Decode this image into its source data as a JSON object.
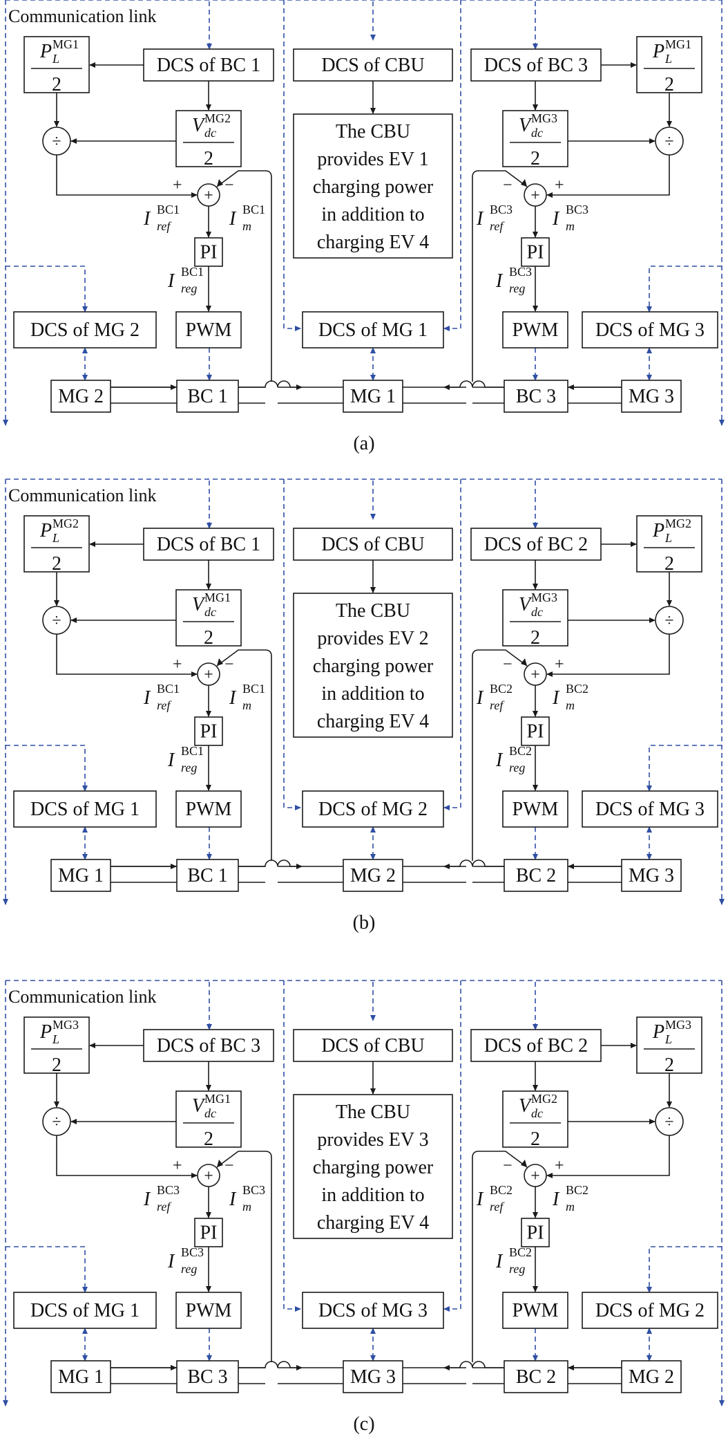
{
  "panels": [
    {
      "comm_label": "Communication link",
      "frac_left": {
        "top_var": "P",
        "top_sub": "L",
        "top_sup": "MG1",
        "bottom": "2"
      },
      "dcs_bc_left": "DCS of BC 1",
      "vdc_left": {
        "var": "V",
        "sub": "dc",
        "sup": "MG2",
        "bottom": "2"
      },
      "div_left": "÷",
      "sum_left": "+",
      "sum_left_plus": "+",
      "sum_left_minus": "−",
      "iref_left": {
        "var": "I",
        "sub": "ref",
        "sup": "BC1"
      },
      "im_left": {
        "var": "I",
        "sub": "m",
        "sup": "BC1"
      },
      "pi_left": "PI",
      "ireg_left": {
        "var": "I",
        "sub": "reg",
        "sup": "BC1"
      },
      "pwm_left": "PWM",
      "dcs_mg_left": "DCS of MG 2",
      "mg_left": "MG 2",
      "bc_left": "BC 1",
      "dcs_cbu": "DCS of CBU",
      "cbu_text": [
        "The CBU",
        "provides EV 1",
        "charging power",
        "in addition to",
        "charging EV 4"
      ],
      "dcs_mg_center": "DCS of MG 1",
      "mg_center": "MG 1",
      "dcs_bc_right": "DCS of BC 3",
      "frac_right": {
        "top_var": "P",
        "top_sub": "L",
        "top_sup": "MG1",
        "bottom": "2"
      },
      "vdc_right": {
        "var": "V",
        "sub": "dc",
        "sup": "MG3",
        "bottom": "2"
      },
      "div_right": "÷",
      "sum_right": "+",
      "sum_right_minus": "−",
      "sum_right_plus": "+",
      "iref_right": {
        "var": "I",
        "sub": "ref",
        "sup": "BC3"
      },
      "im_right": {
        "var": "I",
        "sub": "m",
        "sup": "BC3"
      },
      "pi_right": "PI",
      "ireg_right": {
        "var": "I",
        "sub": "reg",
        "sup": "BC3"
      },
      "pwm_right": "PWM",
      "dcs_mg_right": "DCS of MG 3",
      "mg_right": "MG 3",
      "bc_right": "BC 3",
      "caption": "(a)"
    },
    {
      "comm_label": "Communication link",
      "frac_left": {
        "top_var": "P",
        "top_sub": "L",
        "top_sup": "MG2",
        "bottom": "2"
      },
      "dcs_bc_left": "DCS of BC 1",
      "vdc_left": {
        "var": "V",
        "sub": "dc",
        "sup": "MG1",
        "bottom": "2"
      },
      "div_left": "÷",
      "sum_left": "+",
      "sum_left_plus": "+",
      "sum_left_minus": "−",
      "iref_left": {
        "var": "I",
        "sub": "ref",
        "sup": "BC1"
      },
      "im_left": {
        "var": "I",
        "sub": "m",
        "sup": "BC1"
      },
      "pi_left": "PI",
      "ireg_left": {
        "var": "I",
        "sub": "reg",
        "sup": "BC1"
      },
      "pwm_left": "PWM",
      "dcs_mg_left": "DCS of MG 1",
      "mg_left": "MG 1",
      "bc_left": "BC 1",
      "dcs_cbu": "DCS of CBU",
      "cbu_text": [
        "The CBU",
        "provides EV 2",
        "charging power",
        "in addition to",
        "charging EV 4"
      ],
      "dcs_mg_center": "DCS of MG 2",
      "mg_center": "MG 2",
      "dcs_bc_right": "DCS of BC 2",
      "frac_right": {
        "top_var": "P",
        "top_sub": "L",
        "top_sup": "MG2",
        "bottom": "2"
      },
      "vdc_right": {
        "var": "V",
        "sub": "dc",
        "sup": "MG3",
        "bottom": "2"
      },
      "div_right": "÷",
      "sum_right": "+",
      "sum_right_minus": "−",
      "sum_right_plus": "+",
      "iref_right": {
        "var": "I",
        "sub": "ref",
        "sup": "BC2"
      },
      "im_right": {
        "var": "I",
        "sub": "m",
        "sup": "BC2"
      },
      "pi_right": "PI",
      "ireg_right": {
        "var": "I",
        "sub": "reg",
        "sup": "BC2"
      },
      "pwm_right": "PWM",
      "dcs_mg_right": "DCS of MG 3",
      "mg_right": "MG 3",
      "bc_right": "BC 2",
      "caption": "(b)"
    },
    {
      "comm_label": "Communication link",
      "frac_left": {
        "top_var": "P",
        "top_sub": "L",
        "top_sup": "MG3",
        "bottom": "2"
      },
      "dcs_bc_left": "DCS of BC 3",
      "vdc_left": {
        "var": "V",
        "sub": "dc",
        "sup": "MG1",
        "bottom": "2"
      },
      "div_left": "÷",
      "sum_left": "+",
      "sum_left_plus": "+",
      "sum_left_minus": "−",
      "iref_left": {
        "var": "I",
        "sub": "ref",
        "sup": "BC3"
      },
      "im_left": {
        "var": "I",
        "sub": "m",
        "sup": "BC3"
      },
      "pi_left": "PI",
      "ireg_left": {
        "var": "I",
        "sub": "reg",
        "sup": "BC3"
      },
      "pwm_left": "PWM",
      "dcs_mg_left": "DCS of MG 1",
      "mg_left": "MG 1",
      "bc_left": "BC 3",
      "dcs_cbu": "DCS of CBU",
      "cbu_text": [
        "The CBU",
        "provides EV 3",
        "charging power",
        "in addition to",
        "charging EV 4"
      ],
      "dcs_mg_center": "DCS of MG 3",
      "mg_center": "MG 3",
      "dcs_bc_right": "DCS of BC 2",
      "frac_right": {
        "top_var": "P",
        "top_sub": "L",
        "top_sup": "MG3",
        "bottom": "2"
      },
      "vdc_right": {
        "var": "V",
        "sub": "dc",
        "sup": "MG2",
        "bottom": "2"
      },
      "div_right": "÷",
      "sum_right": "+",
      "sum_right_minus": "−",
      "sum_right_plus": "+",
      "iref_right": {
        "var": "I",
        "sub": "ref",
        "sup": "BC2"
      },
      "im_right": {
        "var": "I",
        "sub": "m",
        "sup": "BC2"
      },
      "pi_right": "PI",
      "ireg_right": {
        "var": "I",
        "sub": "reg",
        "sup": "BC2"
      },
      "pwm_right": "PWM",
      "dcs_mg_right": "DCS of MG 2",
      "mg_right": "MG 2",
      "bc_right": "BC 2",
      "caption": "(c)"
    }
  ],
  "colors": {
    "comm_link": "#2f4fa3",
    "line": "#1a1a1a"
  }
}
